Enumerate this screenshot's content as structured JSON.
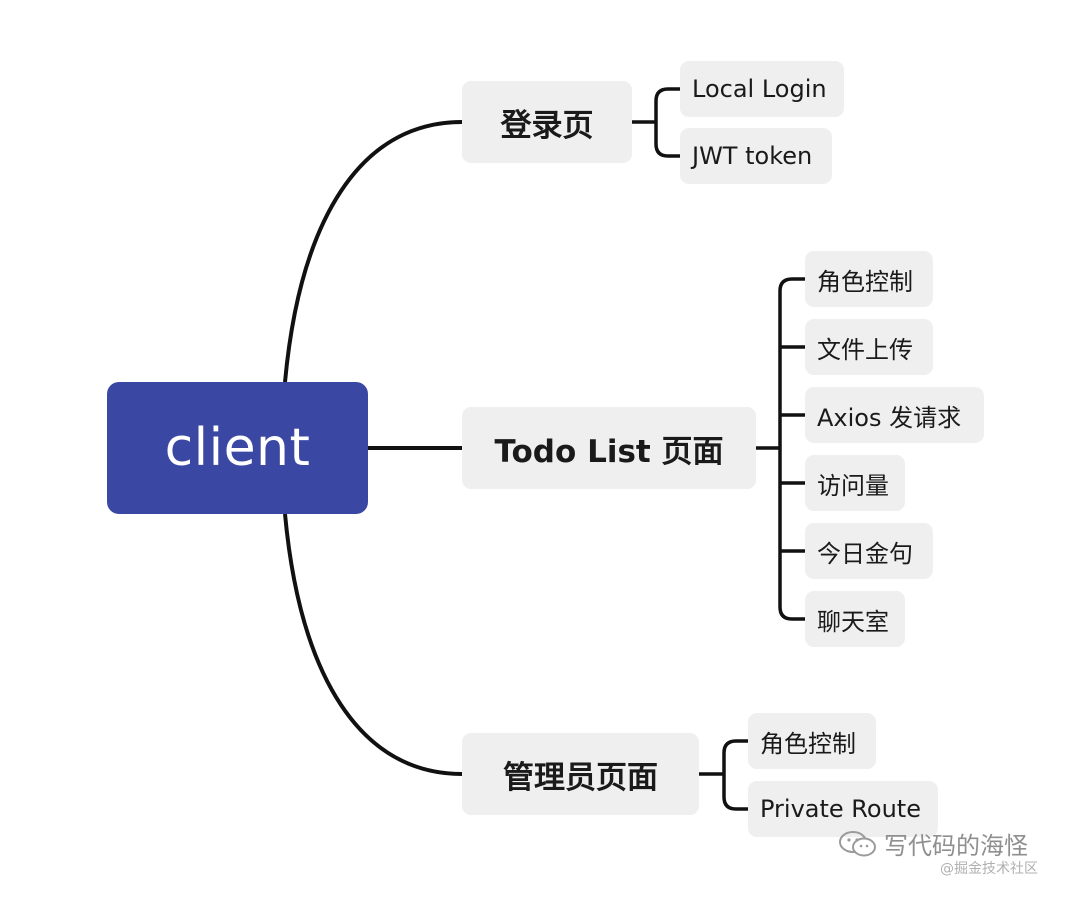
{
  "mindmap": {
    "root": {
      "label": "client",
      "color": "#3b48a3"
    },
    "branches": [
      {
        "label": "登录页",
        "children": [
          "Local Login",
          "JWT token"
        ]
      },
      {
        "label": "Todo List 页面",
        "children": [
          "角色控制",
          "文件上传",
          "Axios 发请求",
          "访问量",
          "今日金句",
          "聊天室"
        ]
      },
      {
        "label": "管理员页面",
        "children": [
          "角色控制",
          "Private Route"
        ]
      }
    ],
    "node_fill": "#efefef",
    "line_color": "#111111"
  },
  "watermark": {
    "icon": "wechat-icon",
    "account_name": "写代码的海怪",
    "source": "@掘金技术社区"
  }
}
